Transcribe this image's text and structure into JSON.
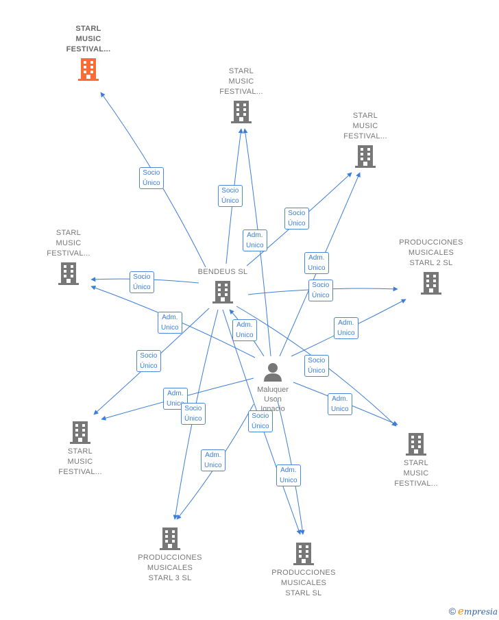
{
  "nodes": {
    "starl_top_left": {
      "label": "STARL\nMUSIC\nFESTIVAL...",
      "color": "#ff6b35",
      "main": true
    },
    "starl_top_center": {
      "label": "STARL\nMUSIC\nFESTIVAL...",
      "color": "#777777"
    },
    "starl_top_right": {
      "label": "STARL\nMUSIC\nFESTIVAL...",
      "color": "#777777"
    },
    "starl_left": {
      "label": "STARL\nMUSIC\nFESTIVAL...",
      "color": "#777777"
    },
    "bendeus": {
      "label": "BENDEUS SL",
      "color": "#777777"
    },
    "prod_starl2": {
      "label": "PRODUCCIONES\nMUSICALES\nSTARL 2  SL",
      "color": "#777777"
    },
    "starl_bottom_left": {
      "label": "STARL\nMUSIC\nFESTIVAL...",
      "color": "#777777"
    },
    "starl_bottom_right": {
      "label": "STARL\nMUSIC\nFESTIVAL...",
      "color": "#777777"
    },
    "prod_starl3": {
      "label": "PRODUCCIONES\nMUSICALES\nSTARL 3  SL",
      "color": "#777777"
    },
    "prod_starl": {
      "label": "PRODUCCIONES\nMUSICALES\nSTARL  SL",
      "color": "#777777"
    }
  },
  "person": {
    "label": "Maluquer\nUson\nIgnacio",
    "icon": "person-icon"
  },
  "relations": {
    "r1": "Socio\nÚnico",
    "r2": "Socio\nÚnico",
    "r3": "Socio\nÚnico",
    "r4": "Adm.\nUnico",
    "r5": "Adm.\nUnico",
    "r6": "Socio\nÚnico",
    "r7": "Socio\nÚnico",
    "r8": "Adm.\nUnico",
    "r9": "Adm.\nUnico",
    "r10": "Adm.\nUnico",
    "r11": "Socio\nÚnico",
    "r12": "Socio\nÚnico",
    "r13": "Adm.\nUnico",
    "r14": "Adm.\nUnico",
    "r15": "Socio\nÚnico",
    "r16": "Socio\nÚnico",
    "r17": "Adm.\nUnico",
    "r18": "Adm.\nUnico"
  },
  "footer": {
    "copyright": "©",
    "brand_e": "e",
    "brand_rest": "mpresia"
  },
  "colors": {
    "edge": "#3b7dd8",
    "building": "#777777",
    "highlight": "#ff6b35"
  }
}
